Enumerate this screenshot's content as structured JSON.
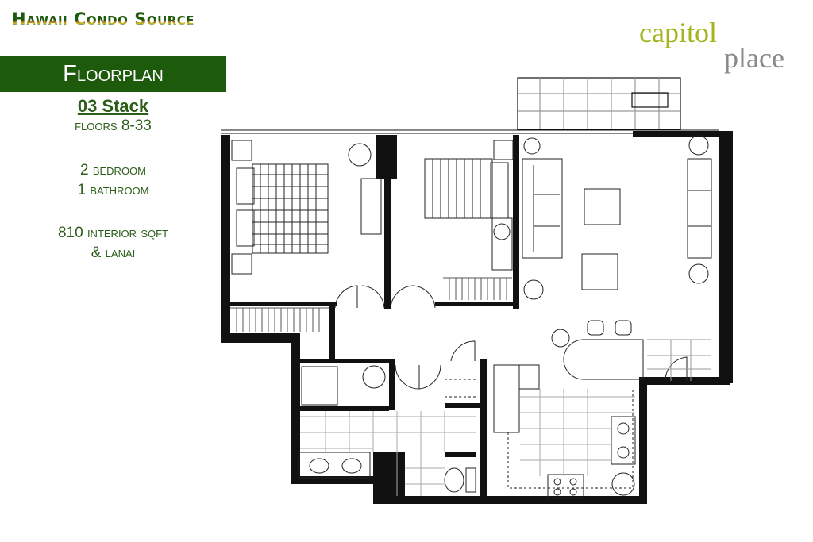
{
  "brand": "Hawaii Condo Source",
  "banner": "Floorplan",
  "stack": "03 Stack",
  "floors": "floors 8-33",
  "bedrooms": "2 bedroom",
  "bathrooms": "1 bathroom",
  "sqft": "810 interior sqft",
  "lanai": "& lanai",
  "logo": {
    "line1": "capitol",
    "line2": "place"
  },
  "colors": {
    "brand_green": "#1e5a0c",
    "logo_lime": "#a3b51c",
    "logo_gray": "#8a8a8a"
  }
}
